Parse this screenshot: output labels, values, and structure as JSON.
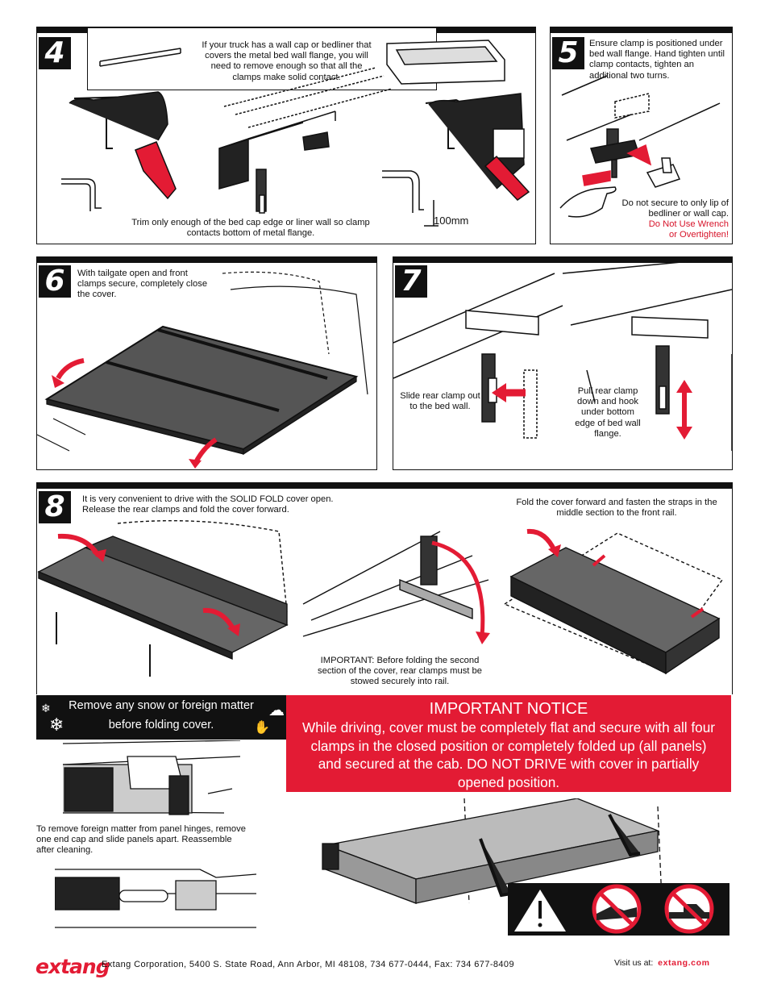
{
  "steps": {
    "s4": {
      "number": "4",
      "note_top": "If your truck has a wall cap or bedliner that covers the metal bed wall flange, you will need to remove enough so that all the clamps make solid contact.",
      "note_bottom": "Trim only enough of the bed cap edge or liner wall so clamp contacts bottom of metal flange.",
      "dim": "100mm"
    },
    "s5": {
      "number": "5",
      "note_top": "Ensure clamp is positioned under bed wall flange. Hand tighten until clamp contacts, tighten an additional two turns.",
      "note_bottom": "Do not secure to only lip of bedliner or wall cap.",
      "warning_1": "Do Not Use Wrench",
      "warning_2": "or Overtighten!"
    },
    "s6": {
      "number": "6",
      "note": "With tailgate open and front clamps secure, completely close the cover."
    },
    "s7": {
      "number": "7",
      "note_left": "Slide rear clamp out to the bed wall.",
      "note_right": "Pull rear clamp down and hook under bottom edge of bed wall flange."
    },
    "s8": {
      "number": "8",
      "note_left": "It is very convenient to drive with the SOLID FOLD  cover open. Release the rear clamps and fold the cover forward.",
      "note_right": "Fold the cover forward and fasten the straps in the middle section to the front rail.",
      "note_mid": "IMPORTANT:  Before folding the second section of the cover, rear clamps must be stowed securely into rail."
    }
  },
  "snow_box": {
    "line1": "Remove any snow or foreign matter",
    "line2": "before folding cover."
  },
  "notice": {
    "title": "IMPORTANT NOTICE",
    "body": "While driving, cover must be completely flat and secure with all four clamps in the closed position or completely folded up (all panels) and secured at the cab. DO NOT DRIVE with cover in partially opened position."
  },
  "hinge_note": "To remove foreign matter from panel hinges, remove one end cap and slide panels apart. Reassemble after cleaning.",
  "footer": {
    "logo": "extang",
    "address": "Extang Corporation, 5400 S. State Road, Ann Arbor, MI 48108, 734 677-0444, Fax: 734 677-8409",
    "visit_label": "Visit us at:",
    "url": "extang.com"
  },
  "colors": {
    "accent": "#e31b34",
    "ink": "#111111"
  }
}
